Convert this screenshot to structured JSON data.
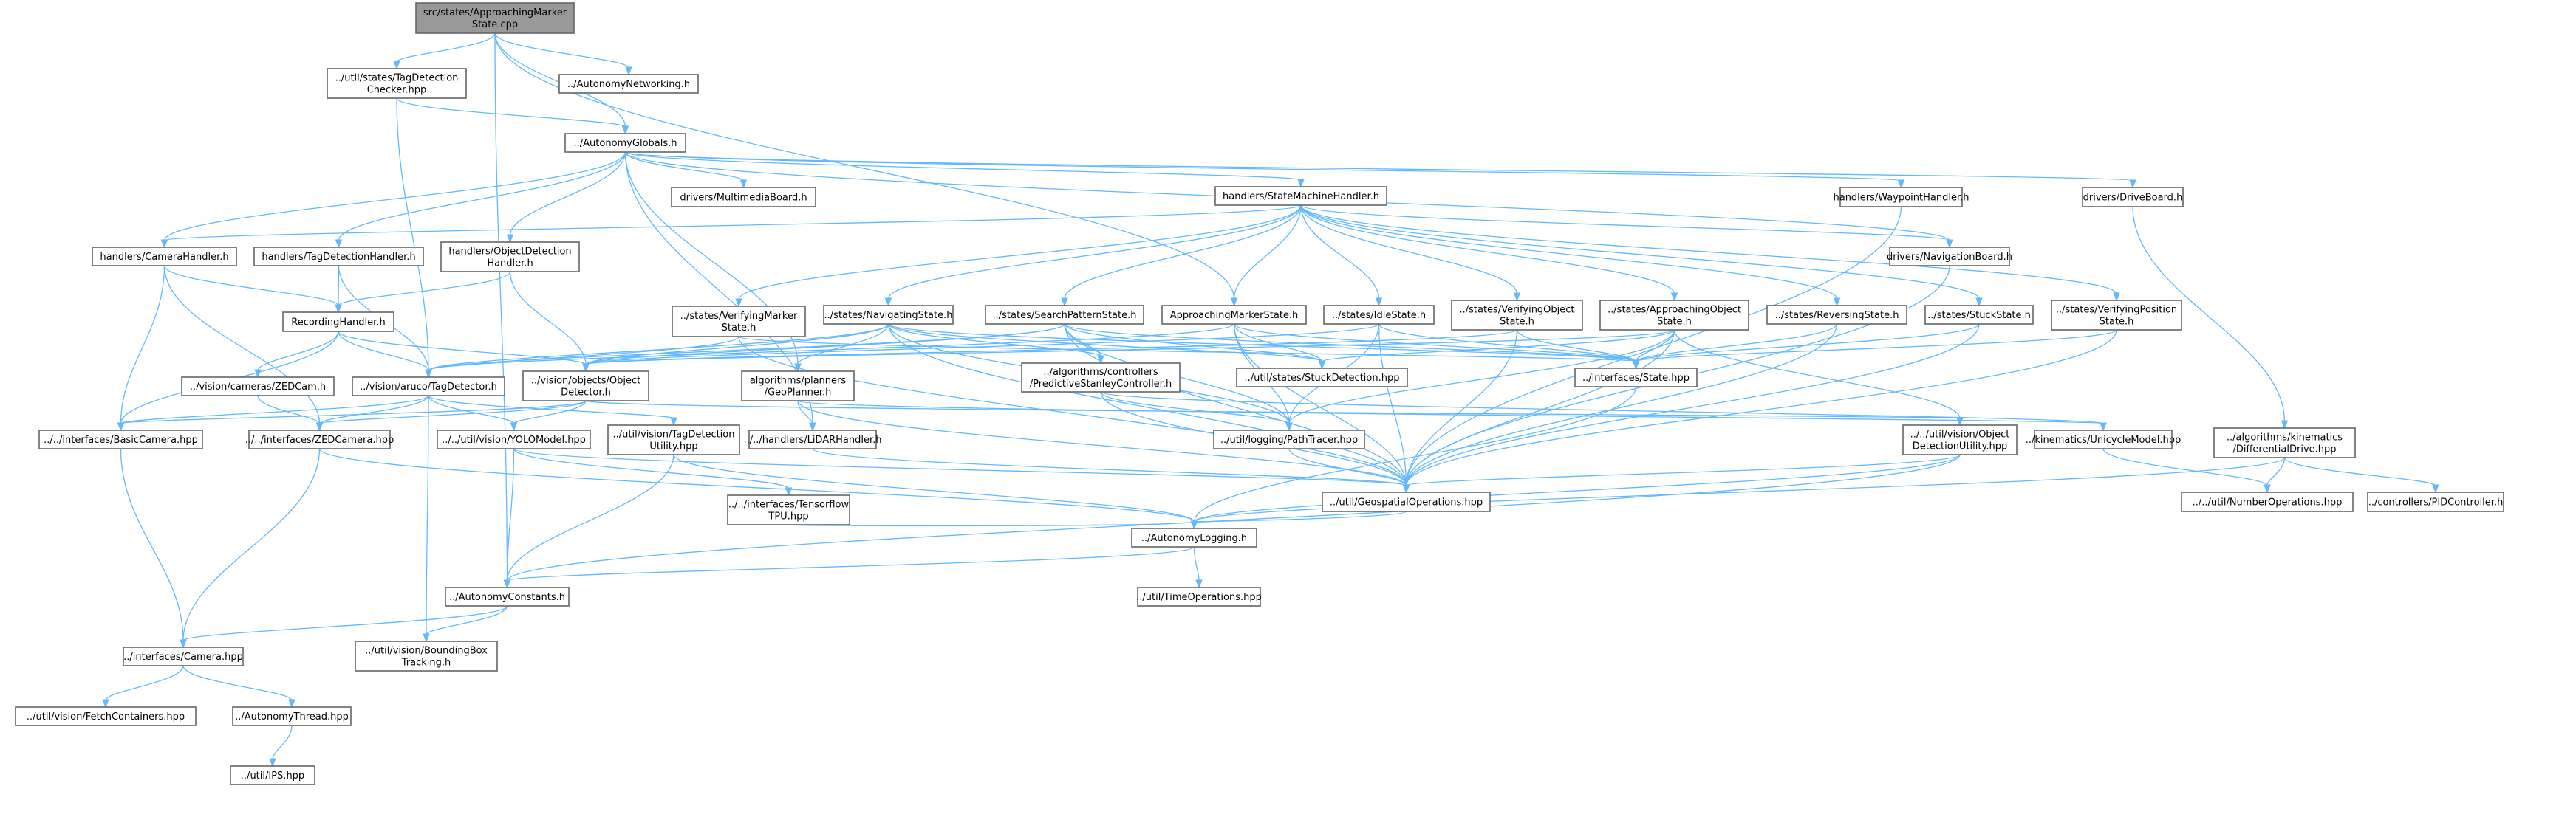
{
  "title": "src/states/ApproachingMarkerState.cpp include dependency graph",
  "colors": {
    "edge": "#63b8ff",
    "root_fill": "#999999",
    "node_fill": "#ffffff",
    "node_border": "#666666"
  },
  "nodes": [
    {
      "id": "root",
      "lines": [
        "src/states/ApproachingMarker",
        "State.cpp"
      ]
    },
    {
      "id": "tag-detection-checker",
      "lines": [
        "../util/states/TagDetection",
        "Checker.hpp"
      ]
    },
    {
      "id": "autonomy-networking",
      "lines": [
        "../AutonomyNetworking.h"
      ]
    },
    {
      "id": "autonomy-globals",
      "lines": [
        "../AutonomyGlobals.h"
      ]
    },
    {
      "id": "multimedia-board",
      "lines": [
        "drivers/MultimediaBoard.h"
      ]
    },
    {
      "id": "camera-handler",
      "lines": [
        "handlers/CameraHandler.h"
      ]
    },
    {
      "id": "tag-detection-handler",
      "lines": [
        "handlers/TagDetectionHandler.h"
      ]
    },
    {
      "id": "object-detection-handler",
      "lines": [
        "handlers/ObjectDetection",
        "Handler.h"
      ]
    },
    {
      "id": "recording-handler",
      "lines": [
        "RecordingHandler.h"
      ]
    },
    {
      "id": "zedcam",
      "lines": [
        "../vision/cameras/ZEDCam.h"
      ]
    },
    {
      "id": "tag-detector",
      "lines": [
        "../vision/aruco/TagDetector.h"
      ]
    },
    {
      "id": "object-detector",
      "lines": [
        "../vision/objects/Object",
        "Detector.h"
      ]
    },
    {
      "id": "geo-planner",
      "lines": [
        "algorithms/planners",
        "/GeoPlanner.h"
      ]
    },
    {
      "id": "verifying-marker-state",
      "lines": [
        "../states/VerifyingMarker",
        "State.h"
      ]
    },
    {
      "id": "navigating-state",
      "lines": [
        "../states/NavigatingState.h"
      ]
    },
    {
      "id": "search-pattern-state",
      "lines": [
        "../states/SearchPatternState.h"
      ]
    },
    {
      "id": "approaching-marker-state-h",
      "lines": [
        "ApproachingMarkerState.h"
      ]
    },
    {
      "id": "idle-state",
      "lines": [
        "../states/IdleState.h"
      ]
    },
    {
      "id": "verifying-object-state",
      "lines": [
        "../states/VerifyingObject",
        "State.h"
      ]
    },
    {
      "id": "approaching-object-state",
      "lines": [
        "../states/ApproachingObject",
        "State.h"
      ]
    },
    {
      "id": "reversing-state",
      "lines": [
        "../states/ReversingState.h"
      ]
    },
    {
      "id": "state-machine-handler",
      "lines": [
        "handlers/StateMachineHandler.h"
      ]
    },
    {
      "id": "predictive-stanley",
      "lines": [
        "../algorithms/controllers",
        "/PredictiveStanleyController.h"
      ]
    },
    {
      "id": "stuck-detection",
      "lines": [
        "../util/states/StuckDetection.hpp"
      ]
    },
    {
      "id": "state-interface",
      "lines": [
        "../interfaces/State.hpp"
      ]
    },
    {
      "id": "path-tracer",
      "lines": [
        "../util/logging/PathTracer.hpp"
      ]
    },
    {
      "id": "geospatial-operations",
      "lines": [
        "../util/GeospatialOperations.hpp"
      ]
    },
    {
      "id": "lidar-handler",
      "lines": [
        "../../handlers/LiDARHandler.h"
      ]
    },
    {
      "id": "object-detection-utility",
      "lines": [
        "../../util/vision/Object",
        "DetectionUtility.hpp"
      ]
    },
    {
      "id": "waypoint-handler",
      "lines": [
        "handlers/WaypointHandler.h"
      ]
    },
    {
      "id": "drive-board",
      "lines": [
        "drivers/DriveBoard.h"
      ]
    },
    {
      "id": "navigation-board",
      "lines": [
        "drivers/NavigationBoard.h"
      ]
    },
    {
      "id": "stuck-state",
      "lines": [
        "../states/StuckState.h"
      ]
    },
    {
      "id": "verifying-position-state",
      "lines": [
        "../states/VerifyingPosition",
        "State.h"
      ]
    },
    {
      "id": "unicycle-model",
      "lines": [
        "../kinematics/UnicycleModel.hpp"
      ]
    },
    {
      "id": "differential-drive",
      "lines": [
        "../algorithms/kinematics",
        "/DifferentialDrive.hpp"
      ]
    },
    {
      "id": "number-operations",
      "lines": [
        "../../util/NumberOperations.hpp"
      ]
    },
    {
      "id": "pid-controller",
      "lines": [
        "../controllers/PIDController.h"
      ]
    },
    {
      "id": "autonomy-logging",
      "lines": [
        "../AutonomyLogging.h"
      ]
    },
    {
      "id": "time-operations",
      "lines": [
        "../util/TimeOperations.hpp"
      ]
    },
    {
      "id": "autonomy-constants",
      "lines": [
        "../AutonomyConstants.h"
      ]
    },
    {
      "id": "camera-interface",
      "lines": [
        "../interfaces/Camera.hpp"
      ]
    },
    {
      "id": "bounding-box-tracking",
      "lines": [
        "../util/vision/BoundingBox",
        "Tracking.h"
      ]
    },
    {
      "id": "fetch-containers",
      "lines": [
        "../util/vision/FetchContainers.hpp"
      ]
    },
    {
      "id": "autonomy-thread",
      "lines": [
        "../AutonomyThread.hpp"
      ]
    },
    {
      "id": "ips",
      "lines": [
        "../util/IPS.hpp"
      ]
    },
    {
      "id": "basic-camera",
      "lines": [
        "../../interfaces/BasicCamera.hpp"
      ]
    },
    {
      "id": "zed-camera",
      "lines": [
        "../../interfaces/ZEDCamera.hpp"
      ]
    },
    {
      "id": "yolo-model",
      "lines": [
        "../../util/vision/YOLOModel.hpp"
      ]
    },
    {
      "id": "tag-detection-utility",
      "lines": [
        "../util/vision/TagDetection",
        "Utility.hpp"
      ]
    },
    {
      "id": "tensorflow-tpu",
      "lines": [
        "../../interfaces/Tensorflow",
        "TPU.hpp"
      ]
    }
  ],
  "edges": [
    [
      "root",
      "tag-detection-checker"
    ],
    [
      "root",
      "autonomy-networking"
    ],
    [
      "root",
      "autonomy-globals"
    ],
    [
      "root",
      "autonomy-constants"
    ],
    [
      "root",
      "approaching-marker-state-h"
    ],
    [
      "tag-detection-checker",
      "autonomy-globals"
    ],
    [
      "tag-detection-checker",
      "tag-detector"
    ],
    [
      "autonomy-globals",
      "camera-handler"
    ],
    [
      "autonomy-globals",
      "tag-detection-handler"
    ],
    [
      "autonomy-globals",
      "object-detection-handler"
    ],
    [
      "autonomy-globals",
      "multimedia-board"
    ],
    [
      "autonomy-globals",
      "state-machine-handler"
    ],
    [
      "autonomy-globals",
      "waypoint-handler"
    ],
    [
      "autonomy-globals",
      "drive-board"
    ],
    [
      "autonomy-globals",
      "navigation-board"
    ],
    [
      "autonomy-globals",
      "geo-planner"
    ],
    [
      "autonomy-globals",
      "lidar-handler"
    ],
    [
      "camera-handler",
      "recording-handler"
    ],
    [
      "camera-handler",
      "basic-camera"
    ],
    [
      "camera-handler",
      "zed-camera"
    ],
    [
      "tag-detection-handler",
      "recording-handler"
    ],
    [
      "tag-detection-handler",
      "tag-detector"
    ],
    [
      "object-detection-handler",
      "recording-handler"
    ],
    [
      "object-detection-handler",
      "object-detector"
    ],
    [
      "recording-handler",
      "zedcam"
    ],
    [
      "recording-handler",
      "tag-detector"
    ],
    [
      "recording-handler",
      "object-detector"
    ],
    [
      "recording-handler",
      "basic-camera"
    ],
    [
      "zedcam",
      "zed-camera"
    ],
    [
      "tag-detector",
      "basic-camera"
    ],
    [
      "tag-detector",
      "zed-camera"
    ],
    [
      "tag-detector",
      "yolo-model"
    ],
    [
      "tag-detector",
      "tag-detection-utility"
    ],
    [
      "tag-detector",
      "bounding-box-tracking"
    ],
    [
      "object-detector",
      "basic-camera"
    ],
    [
      "object-detector",
      "zed-camera"
    ],
    [
      "object-detector",
      "yolo-model"
    ],
    [
      "object-detector",
      "object-detection-utility"
    ],
    [
      "basic-camera",
      "camera-interface"
    ],
    [
      "zed-camera",
      "camera-interface"
    ],
    [
      "zed-camera",
      "autonomy-logging"
    ],
    [
      "yolo-model",
      "autonomy-constants"
    ],
    [
      "yolo-model",
      "geospatial-operations"
    ],
    [
      "yolo-model",
      "tensorflow-tpu"
    ],
    [
      "tag-detection-utility",
      "autonomy-constants"
    ],
    [
      "tag-detection-utility",
      "autonomy-logging"
    ],
    [
      "tensorflow-tpu",
      "autonomy-logging"
    ],
    [
      "camera-interface",
      "fetch-containers"
    ],
    [
      "camera-interface",
      "autonomy-thread"
    ],
    [
      "autonomy-thread",
      "ips"
    ],
    [
      "autonomy-constants",
      "camera-interface"
    ],
    [
      "autonomy-constants",
      "bounding-box-tracking"
    ],
    [
      "autonomy-logging",
      "autonomy-constants"
    ],
    [
      "autonomy-logging",
      "time-operations"
    ],
    [
      "state-machine-handler",
      "camera-handler"
    ],
    [
      "state-machine-handler",
      "verifying-marker-state"
    ],
    [
      "state-machine-handler",
      "navigating-state"
    ],
    [
      "state-machine-handler",
      "search-pattern-state"
    ],
    [
      "state-machine-handler",
      "approaching-marker-state-h"
    ],
    [
      "state-machine-handler",
      "idle-state"
    ],
    [
      "state-machine-handler",
      "verifying-object-state"
    ],
    [
      "state-machine-handler",
      "approaching-object-state"
    ],
    [
      "state-machine-handler",
      "reversing-state"
    ],
    [
      "state-machine-handler",
      "stuck-state"
    ],
    [
      "state-machine-handler",
      "verifying-position-state"
    ],
    [
      "state-machine-handler",
      "navigation-board"
    ],
    [
      "verifying-marker-state",
      "tag-detector"
    ],
    [
      "verifying-marker-state",
      "state-interface"
    ],
    [
      "verifying-marker-state",
      "geospatial-operations"
    ],
    [
      "navigating-state",
      "tag-detector"
    ],
    [
      "navigating-state",
      "object-detector"
    ],
    [
      "navigating-state",
      "geo-planner"
    ],
    [
      "navigating-state",
      "stuck-detection"
    ],
    [
      "navigating-state",
      "state-interface"
    ],
    [
      "navigating-state",
      "path-tracer"
    ],
    [
      "navigating-state",
      "geospatial-operations"
    ],
    [
      "navigating-state",
      "predictive-stanley"
    ],
    [
      "search-pattern-state",
      "tag-detector"
    ],
    [
      "search-pattern-state",
      "object-detector"
    ],
    [
      "search-pattern-state",
      "predictive-stanley"
    ],
    [
      "search-pattern-state",
      "stuck-detection"
    ],
    [
      "search-pattern-state",
      "state-interface"
    ],
    [
      "search-pattern-state",
      "path-tracer"
    ],
    [
      "search-pattern-state",
      "geospatial-operations"
    ],
    [
      "approaching-marker-state-h",
      "tag-detector"
    ],
    [
      "approaching-marker-state-h",
      "stuck-detection"
    ],
    [
      "approaching-marker-state-h",
      "state-interface"
    ],
    [
      "approaching-marker-state-h",
      "path-tracer"
    ],
    [
      "approaching-marker-state-h",
      "geospatial-operations"
    ],
    [
      "idle-state",
      "object-detector"
    ],
    [
      "idle-state",
      "state-interface"
    ],
    [
      "idle-state",
      "path-tracer"
    ],
    [
      "idle-state",
      "geospatial-operations"
    ],
    [
      "verifying-object-state",
      "object-detector"
    ],
    [
      "verifying-object-state",
      "state-interface"
    ],
    [
      "verifying-object-state",
      "geospatial-operations"
    ],
    [
      "approaching-object-state",
      "object-detector"
    ],
    [
      "approaching-object-state",
      "stuck-detection"
    ],
    [
      "approaching-object-state",
      "state-interface"
    ],
    [
      "approaching-object-state",
      "path-tracer"
    ],
    [
      "approaching-object-state",
      "geospatial-operations"
    ],
    [
      "approaching-object-state",
      "object-detection-utility"
    ],
    [
      "reversing-state",
      "state-interface"
    ],
    [
      "reversing-state",
      "geospatial-operations"
    ],
    [
      "stuck-state",
      "state-interface"
    ],
    [
      "stuck-state",
      "geospatial-operations"
    ],
    [
      "verifying-position-state",
      "state-interface"
    ],
    [
      "verifying-position-state",
      "geospatial-operations"
    ],
    [
      "geo-planner",
      "lidar-handler"
    ],
    [
      "geo-planner",
      "geospatial-operations"
    ],
    [
      "geo-planner",
      "unicycle-model"
    ],
    [
      "predictive-stanley",
      "path-tracer"
    ],
    [
      "predictive-stanley",
      "geospatial-operations"
    ],
    [
      "predictive-stanley",
      "unicycle-model"
    ],
    [
      "path-tracer",
      "geospatial-operations"
    ],
    [
      "lidar-handler",
      "geospatial-operations"
    ],
    [
      "geospatial-operations",
      "autonomy-logging"
    ],
    [
      "object-detection-utility",
      "geospatial-operations"
    ],
    [
      "object-detection-utility",
      "autonomy-logging"
    ],
    [
      "object-detection-utility",
      "autonomy-constants"
    ],
    [
      "waypoint-handler",
      "geospatial-operations"
    ],
    [
      "navigation-board",
      "geospatial-operations"
    ],
    [
      "drive-board",
      "differential-drive"
    ],
    [
      "differential-drive",
      "number-operations"
    ],
    [
      "differential-drive",
      "pid-controller"
    ],
    [
      "differential-drive",
      "autonomy-logging"
    ],
    [
      "unicycle-model",
      "number-operations"
    ],
    [
      "state-interface",
      "autonomy-logging"
    ]
  ]
}
